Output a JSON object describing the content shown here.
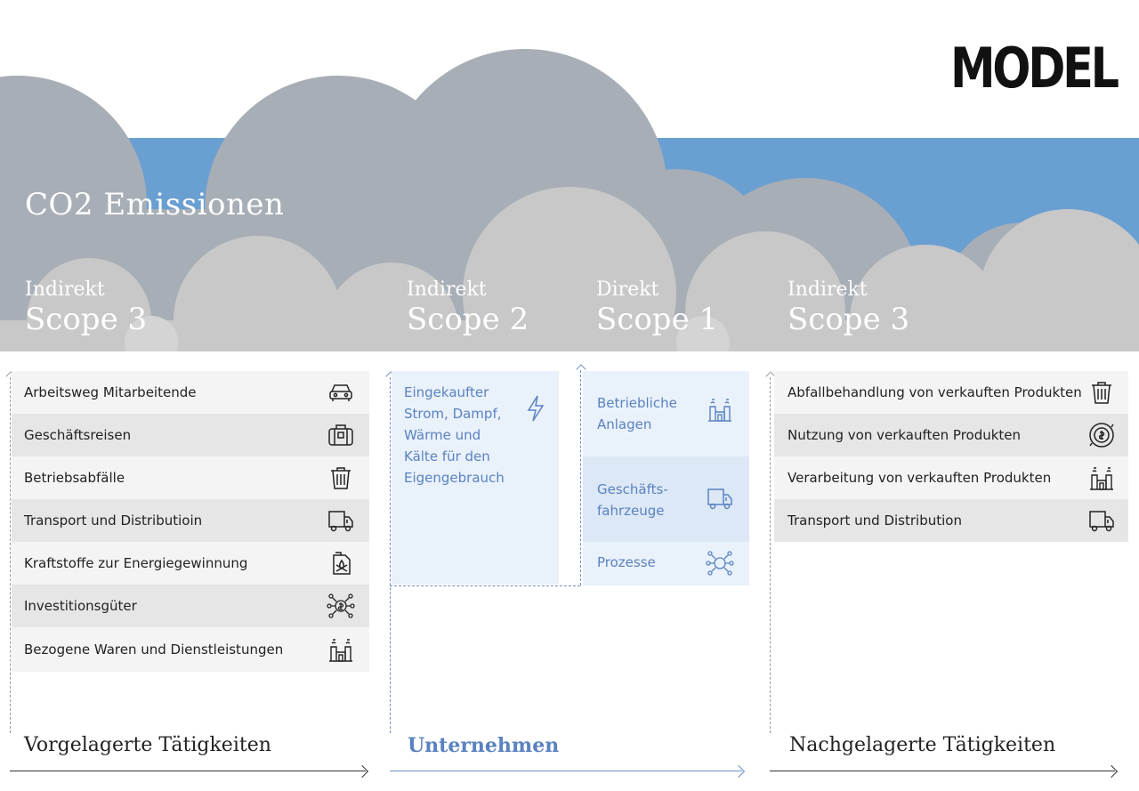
{
  "header": {
    "logo": "MODEL",
    "title": "CO2 Emissionen",
    "colors": {
      "sky": "#6a9fd2",
      "cloud_dark": "#a7aeb6",
      "cloud_light": "#c9c9c9",
      "accent_blue": "#5a82c0"
    }
  },
  "scopes": [
    {
      "kind": "Indirekt",
      "name": "Scope 3"
    },
    {
      "kind": "Indirekt",
      "name": "Scope 2"
    },
    {
      "kind": "Direkt",
      "name": "Scope 1"
    },
    {
      "kind": "Indirekt",
      "name": "Scope 3"
    }
  ],
  "upstream": {
    "footer": "Vorgelagerte Tätigkeiten",
    "items": [
      {
        "label": "Arbeitsweg Mitarbeitende",
        "icon": "car-icon"
      },
      {
        "label": "Geschäftsreisen",
        "icon": "suitcase-icon"
      },
      {
        "label": "Betriebsabfälle",
        "icon": "trash-icon"
      },
      {
        "label": "Transport und Distributioin",
        "icon": "truck-icon"
      },
      {
        "label": "Kraftstoffe zur Energiegewinnung",
        "icon": "fuel-can-icon"
      },
      {
        "label": "Investitionsgüter",
        "icon": "money-network-icon"
      },
      {
        "label": "Bezogene Waren und Dienstleistungen",
        "icon": "factory-icon"
      }
    ]
  },
  "company": {
    "footer": "Unternehmen",
    "scope2": {
      "lines": [
        "Eingekaufter",
        "Strom, Dampf,",
        "Wärme und",
        "Kälte für den",
        "Eigengebrauch"
      ],
      "icon": "lightning-icon"
    },
    "scope1": [
      {
        "lines": [
          "Betriebliche",
          "Anlagen"
        ],
        "icon": "factory-icon"
      },
      {
        "lines": [
          "Geschäfts-",
          "fahrzeuge"
        ],
        "icon": "truck-icon"
      },
      {
        "lines": [
          "Prozesse"
        ],
        "icon": "process-network-icon"
      }
    ]
  },
  "downstream": {
    "footer": "Nachgelagerte Tätigkeiten",
    "items": [
      {
        "label": "Abfallbehandlung von verkauften Produkten",
        "icon": "trash-icon"
      },
      {
        "label": "Nutzung von verkauften Produkten",
        "icon": "dollar-cycle-icon"
      },
      {
        "label": "Verarbeitung von verkauften Produkten",
        "icon": "factory-icon"
      },
      {
        "label": "Transport und Distribution",
        "icon": "truck-icon"
      }
    ]
  }
}
